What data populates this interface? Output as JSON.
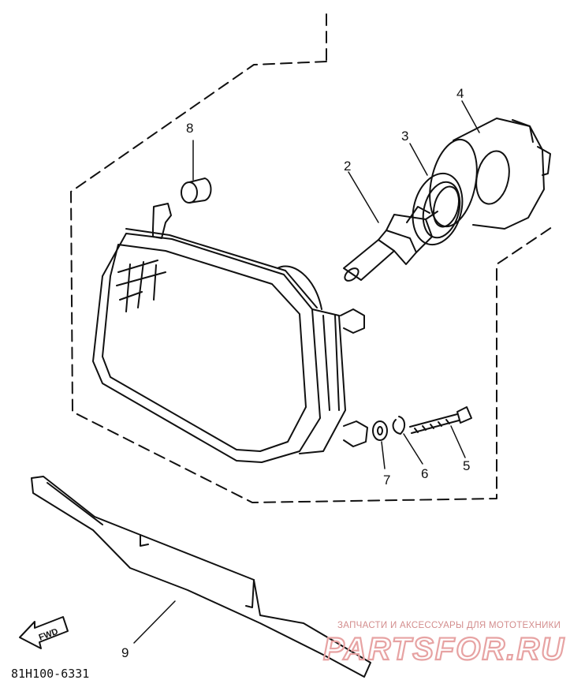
{
  "diagram": {
    "part_labels": [
      "2",
      "3",
      "4",
      "5",
      "6",
      "7",
      "8",
      "9"
    ],
    "diagram_code": "81H100-6331",
    "fwd_arrow_text": "FWD",
    "watermark_caption": "ЗАПЧАСТИ И АКСЕССУАРЫ ДЛЯ МОТОТЕХНИКИ",
    "watermark_site": "PARTSFOR.RU",
    "line_color": "#111111",
    "watermark_color": "#e7a3a3"
  }
}
